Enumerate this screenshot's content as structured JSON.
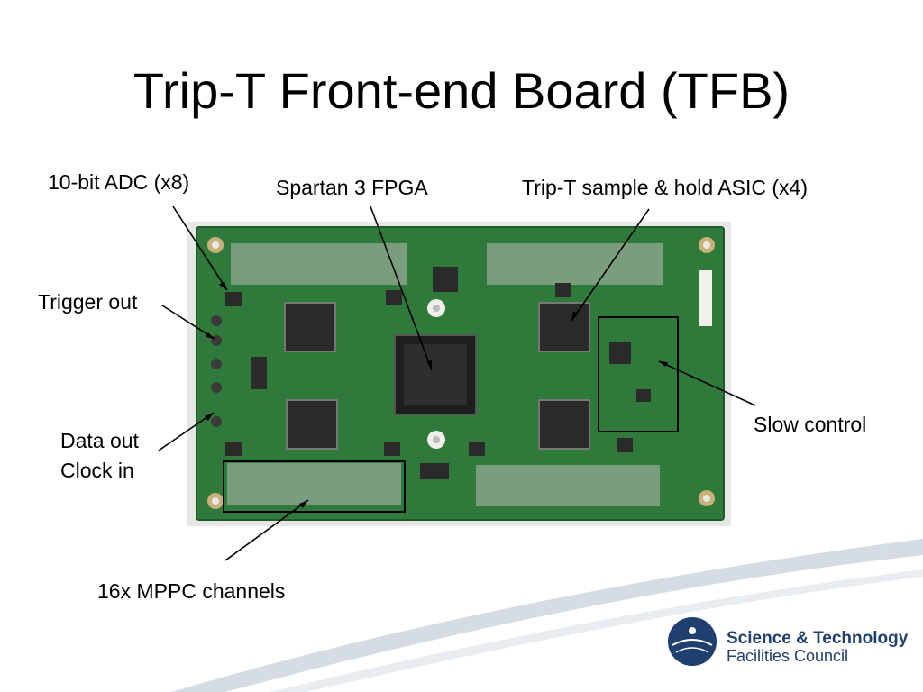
{
  "slide": {
    "title": "Trip-T Front-end Board  (TFB)"
  },
  "labels": {
    "adc": "10-bit ADC (x8)",
    "fpga": "Spartan 3 FPGA",
    "asic": "Trip-T sample & hold ASIC (x4)",
    "trigger_out": "Trigger out",
    "data_out": "Data out",
    "clock_in": "Clock in",
    "slow_control": "Slow control",
    "mppc": "16x MPPC channels"
  },
  "logo": {
    "line1": "Science & Technology",
    "line2": "Facilities Council"
  },
  "colors": {
    "pcb": "#2f7a3a",
    "pcb_dark": "#1f5a2a",
    "chip": "#2a2a2a",
    "logo_blue": "#1f3f6e",
    "swoosh": "#c9d2da"
  }
}
